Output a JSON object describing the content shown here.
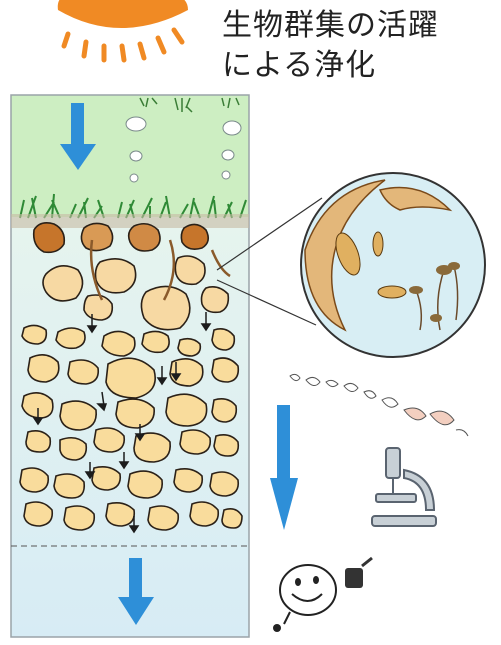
{
  "title": {
    "line1": "生物群集の活躍",
    "line2": "による浄化"
  },
  "colors": {
    "sun": "#f08a24",
    "sky": "#cdeec2",
    "water": "#dceff6",
    "stone_fill": "#f9dc9c",
    "stone_stroke": "#2b2118",
    "arrow": "#2e8fd8",
    "grass": "#2f8a36",
    "soil": "#c6752b"
  },
  "icons": [
    "sun-icon",
    "down-arrow-icon",
    "microscope-icon",
    "smiley-face-icon",
    "magnifier-circle"
  ]
}
